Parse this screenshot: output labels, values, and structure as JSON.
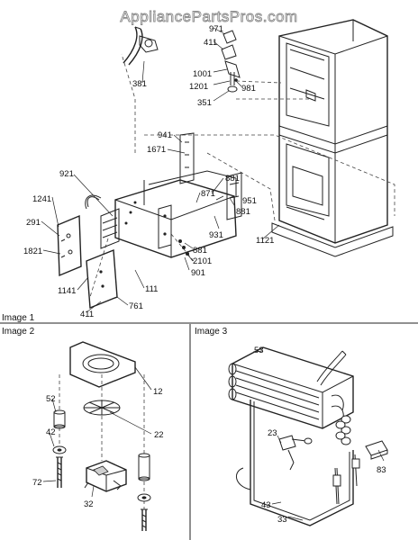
{
  "watermark": "AppliancePartsPros.com",
  "sections": {
    "image1": "Image 1",
    "image2": "Image 2",
    "image3": "Image 3"
  },
  "labels": {
    "l971": "971",
    "l411a": "411",
    "l1001": "1001",
    "l1201": "1201",
    "l981": "981",
    "l351": "351",
    "l381": "381",
    "l941": "941",
    "l1671": "1671",
    "l921": "921",
    "l881a": "881",
    "l1241": "1241",
    "l291": "291",
    "l1821": "1821",
    "l871": "871",
    "l881b": "881",
    "l951": "951",
    "l931": "931",
    "l1121": "1121",
    "l881c": "881",
    "l2101": "2101",
    "l901": "901",
    "l111": "111",
    "l1141": "1141",
    "l411b": "411",
    "l761": "761",
    "l12": "12",
    "l52": "52",
    "l22": "22",
    "l42": "42",
    "l72": "72",
    "l32": "32",
    "l53": "53",
    "l23": "23",
    "l83": "83",
    "l43": "43",
    "l33": "33"
  }
}
